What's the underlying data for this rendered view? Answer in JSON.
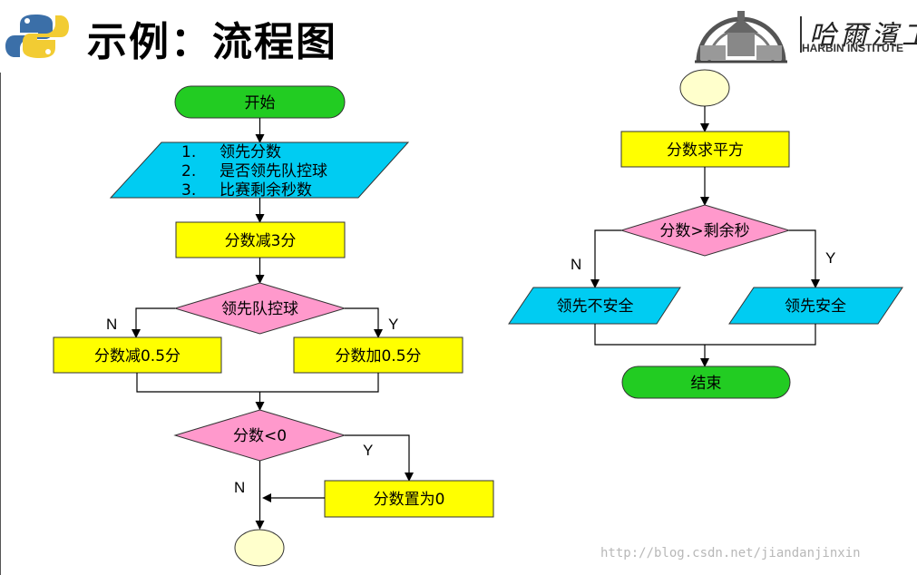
{
  "slide": {
    "title": "示例：流程图",
    "logo_text": "哈爾濱工",
    "logo_english": "HARBIN INSTITUTE",
    "watermark": "http://blog.csdn.net/jiandanjinxin"
  },
  "colors": {
    "terminal": "#22cc22",
    "io": "#00ccf2",
    "process": "#ffff00",
    "decision": "#ff99cc",
    "connector": "#ffffcc"
  },
  "left_flow": {
    "start": "开始",
    "inputs": [
      "1.",
      "领先分数",
      "2.",
      "是否领先队控球",
      "3.",
      "比赛剩余秒数"
    ],
    "step_minus3": "分数减3分",
    "decision_possession": "领先队控球",
    "label_n": "N",
    "label_y": "Y",
    "step_minus_half": "分数减0.5分",
    "step_plus_half": "分数加0.5分",
    "decision_negative": "分数<0",
    "label_n2": "N",
    "label_y2": "Y",
    "step_zero": "分数置为0"
  },
  "right_flow": {
    "step_square": "分数求平方",
    "decision_compare": "分数>剩余秒",
    "label_n": "N",
    "label_y": "Y",
    "output_unsafe": "领先不安全",
    "output_safe": "领先安全",
    "end": "结束"
  }
}
